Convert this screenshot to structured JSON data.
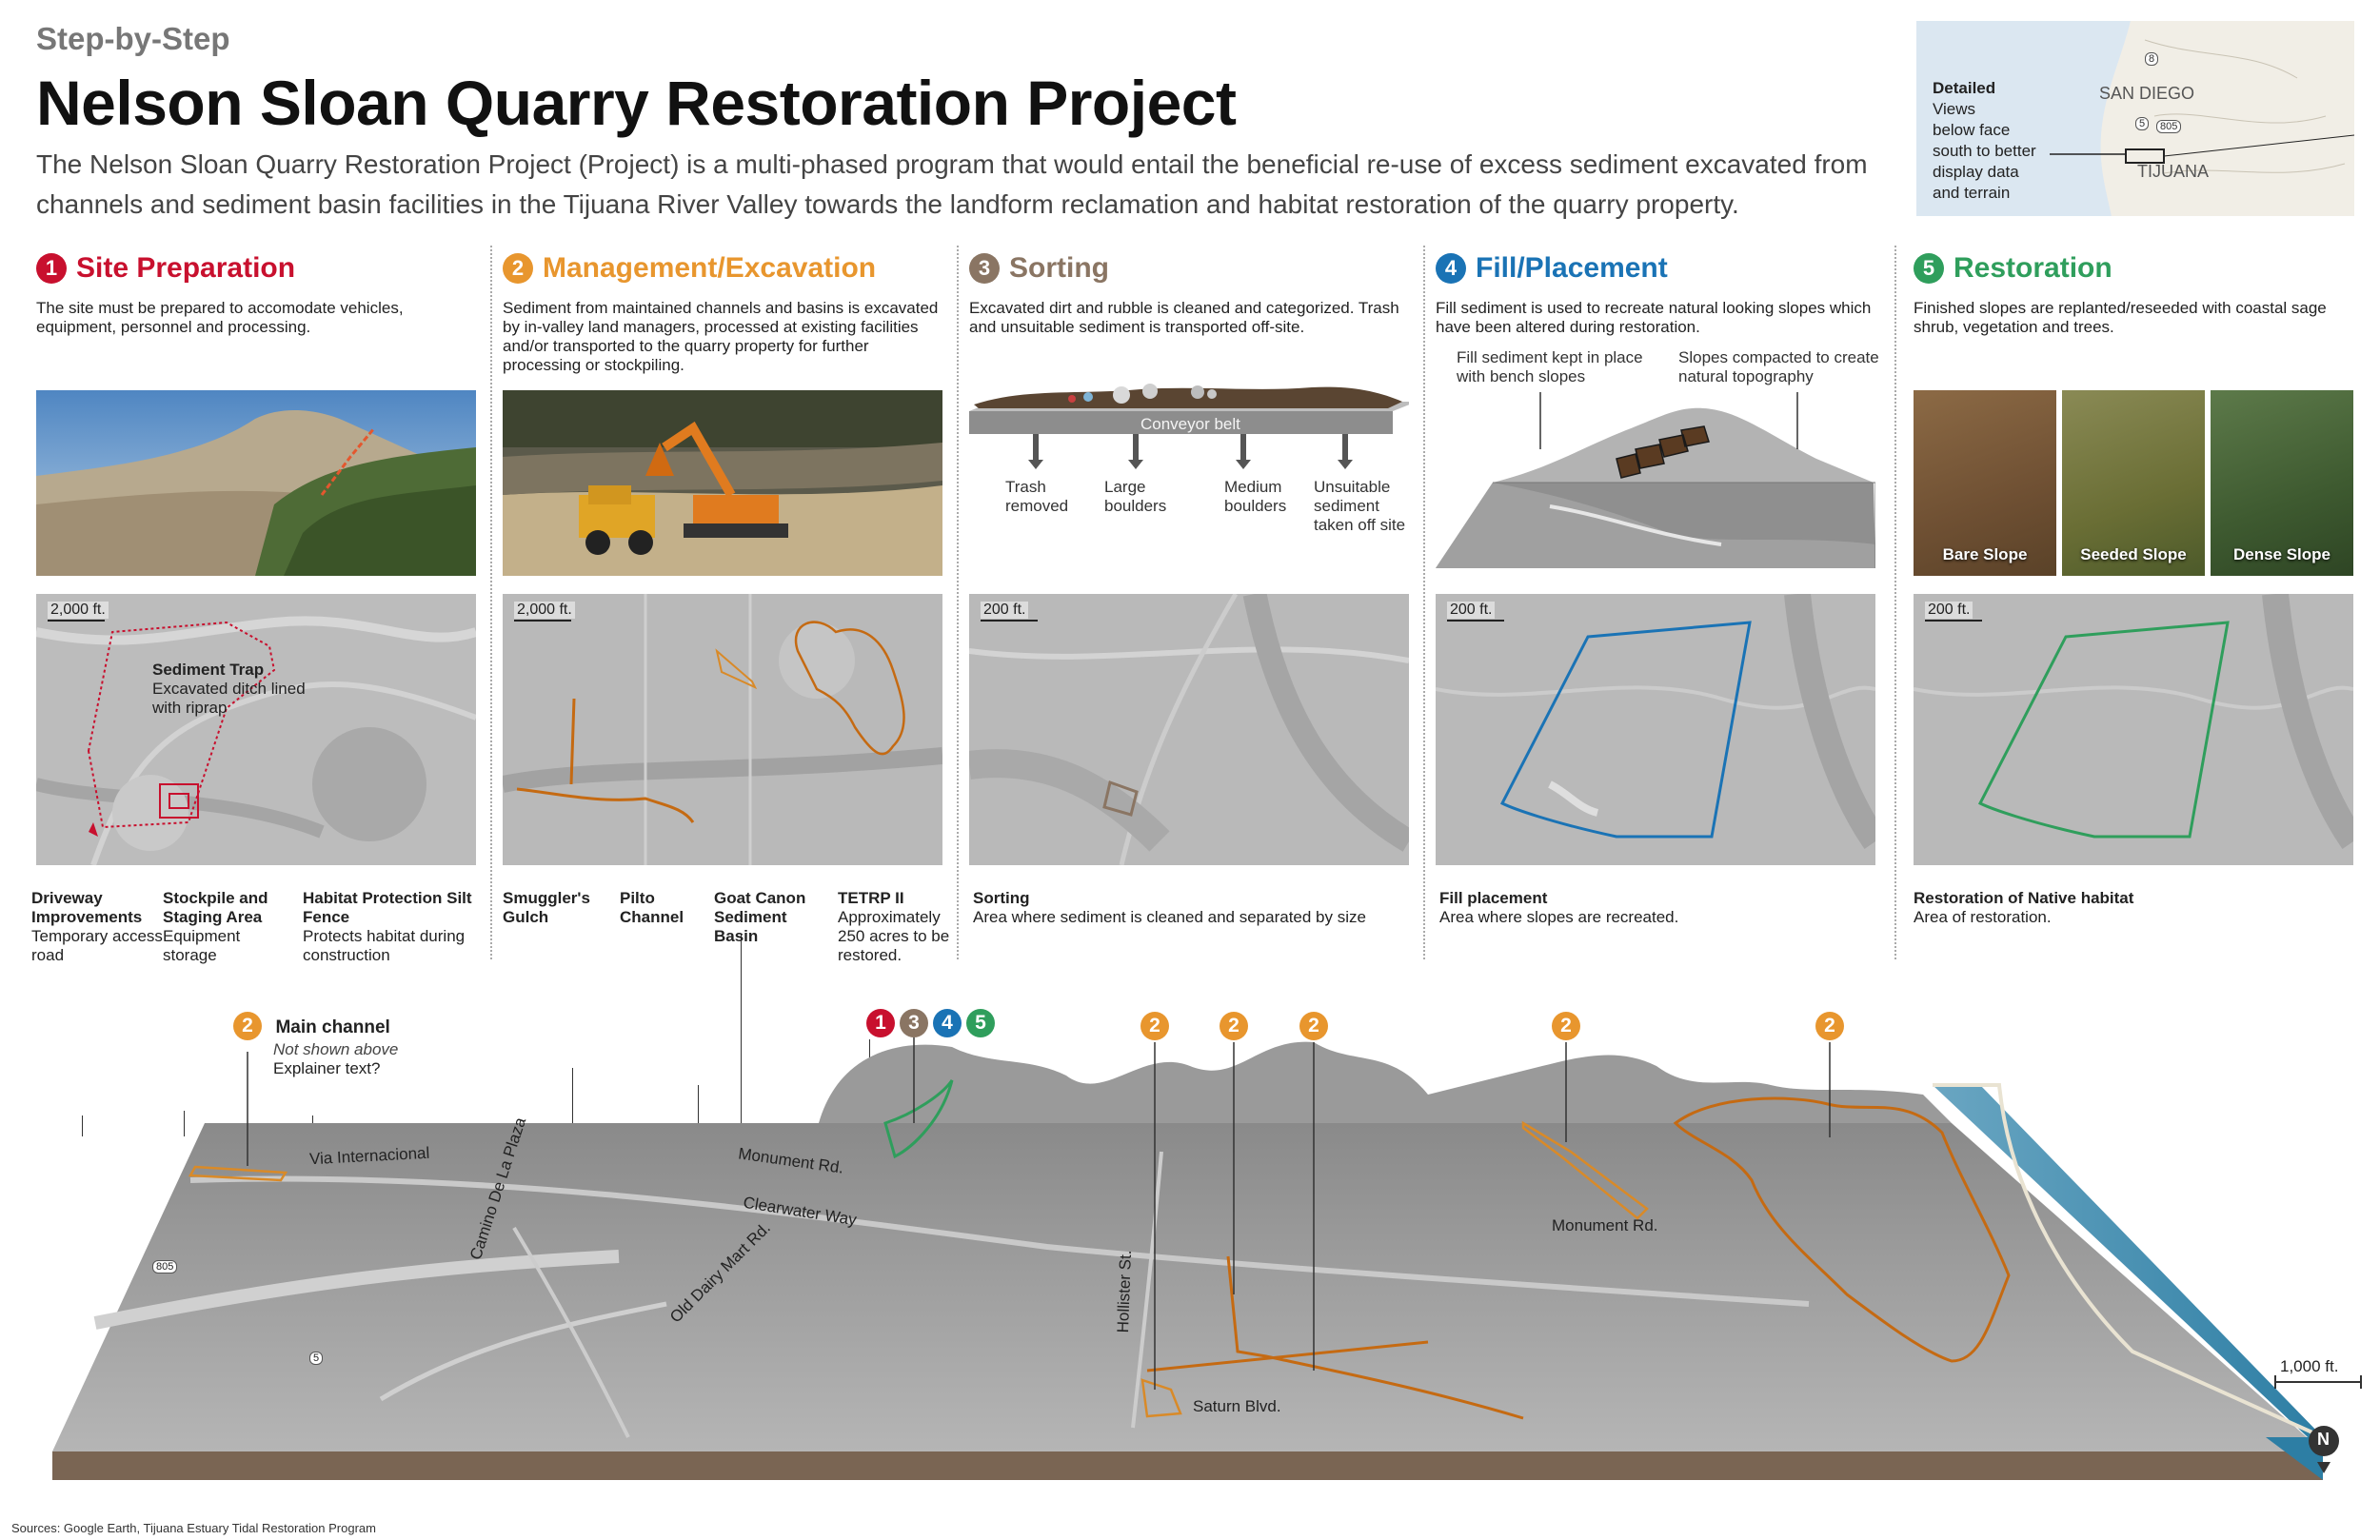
{
  "header": {
    "kicker": "Step-by-Step",
    "title": "Nelson Sloan Quarry Restoration Project",
    "intro": "The Nelson Sloan Quarry Restoration Project (Project) is a multi-phased program that would entail the beneficial re-use of excess sediment excavated from channels and sediment basin facilities in the Tijuana River Valley towards the landform reclamation and habitat restoration of the quarry property."
  },
  "locator": {
    "heading": "Detailed",
    "text": [
      "Views",
      "below face",
      "south to better",
      "display data",
      "and terrain"
    ],
    "cities": [
      "SAN DIEGO",
      "TIJUANA"
    ],
    "highways": [
      "8",
      "5",
      "805"
    ]
  },
  "colors": {
    "phase1": "#c8102e",
    "phase2": "#e8962e",
    "phase3": "#8a7563",
    "phase4": "#1a73b5",
    "phase5": "#2f9e5c",
    "ocean": "#3a8fb0",
    "soil": "#7a6553"
  },
  "phases": [
    {
      "num": "1",
      "title": "Site Preparation",
      "desc": "The site must be prepared to accomodate vehicles, equipment, personnel and processing.",
      "scale": "2,000 ft.",
      "map_label_title": "Sediment Trap",
      "map_label_text": "Excavated ditch lined with riprap",
      "callouts": [
        {
          "title": "Driveway Improvements",
          "text": "Temporary access road"
        },
        {
          "title": "Stockpile and Staging Area",
          "text": "Equipment storage"
        },
        {
          "title": "Habitat Protection Silt Fence",
          "text": "Protects habitat during construction"
        }
      ]
    },
    {
      "num": "2",
      "title": "Management/Excavation",
      "desc": "Sediment from maintained channels and basins is excavated by in-valley land managers, processed at existing facilities and/or transported to the quarry property for further processing or stockpiling.",
      "scale": "2,000 ft.",
      "callouts": [
        {
          "title": "Smuggler's Gulch",
          "text": ""
        },
        {
          "title": "Pilto Channel",
          "text": ""
        },
        {
          "title": "Goat Canon Sediment Basin",
          "text": ""
        },
        {
          "title": "TETRP II",
          "text": "Approximately 250 acres to be restored."
        }
      ]
    },
    {
      "num": "3",
      "title": "Sorting",
      "desc": "Excavated dirt and rubble is cleaned and categorized. Trash and unsuitable sediment is transported off-site.",
      "conveyor": "Conveyor belt",
      "belt_outputs": [
        "Trash removed",
        "Large boulders",
        "Medium boulders",
        "Unsuitable sediment taken off site"
      ],
      "scale": "200 ft.",
      "callouts": [
        {
          "title": "Sorting",
          "text": "Area where sediment is cleaned and separated by size"
        }
      ]
    },
    {
      "num": "4",
      "title": "Fill/Placement",
      "desc": "Fill sediment is used to recreate natural looking slopes which have been altered during restoration.",
      "diagram_notes": [
        "Fill sediment kept in place with bench slopes",
        "Slopes compacted to create natural topography"
      ],
      "scale": "200 ft.",
      "callouts": [
        {
          "title": "Fill placement",
          "text": "Area where slopes are recreated."
        }
      ]
    },
    {
      "num": "5",
      "title": "Restoration",
      "desc": "Finished slopes are replanted/reseeded with coastal sage shrub, vegetation and trees.",
      "slope_tiles": [
        "Bare Slope",
        "Seeded Slope",
        "Dense Slope"
      ],
      "scale": "200 ft.",
      "callouts": [
        {
          "title": "Restoration of Native habitat",
          "text": "Area of restoration."
        }
      ]
    }
  ],
  "overview": {
    "main_channel_num": "2",
    "main_channel_title": "Main channel",
    "main_channel_note": "Not shown above",
    "main_channel_extra": "Explainer text?",
    "group_badges": [
      "1",
      "3",
      "4",
      "5"
    ],
    "markers": [
      "2",
      "2",
      "2",
      "2",
      "2"
    ],
    "roads": [
      "Via Internacional",
      "Monument Rd.",
      "Clearwater Way",
      "Camino De La Plaza",
      "Old Dairy Mart Rd.",
      "Hollister St.",
      "Saturn Blvd.",
      "Monument Rd."
    ],
    "hwy_805": "805",
    "hwy_5": "5",
    "scale": "1,000 ft.",
    "north": "N"
  },
  "sources": "Sources: Google Earth, Tijuana Estuary Tidal Restoration Program"
}
